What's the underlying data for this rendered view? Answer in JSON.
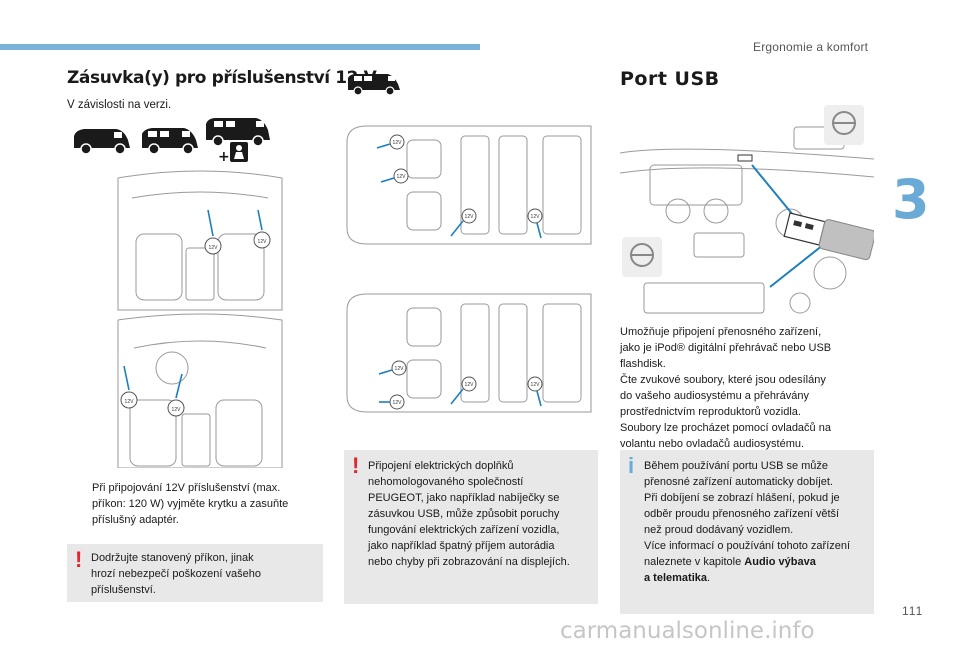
{
  "header": {
    "section_title": "Ergonomie a komfort",
    "chapter_number": "3",
    "page_number": "111"
  },
  "left": {
    "title": "Zásuvka(y) pro příslušenství 12 V",
    "subtitle": "V závislosti na verzi.",
    "bullet_mark": "",
    "bullet_lines": [
      "Při připojování 12V příslušenství (max.",
      "příkon: 120 W) vyjměte krytku a zasuňte",
      "příslušný adaptér."
    ],
    "warning_mark": "!",
    "warning_lines": [
      "Dodržujte stanovený příkon, jinak",
      "hrozí nebezpečí poškození vašeho",
      "příslušenství."
    ]
  },
  "middle": {
    "socket_label": "12V",
    "warning_mark": "!",
    "warning_lines": [
      "Připojení elektrických doplňků",
      "nehomologovaného společností",
      "PEUGEOT, jako například nabíječky se",
      "zásuvkou USB, může způsobit poruchy",
      "fungování elektrických zařízení vozidla,",
      "jako například špatný příjem autorádia",
      "nebo chyby při zobrazování na displejích."
    ]
  },
  "right": {
    "title": "Port USB",
    "para_lines": [
      "Umožňuje připojení přenosného zařízení,",
      "jako je iPod® digitální přehrávač nebo USB",
      "flashdisk.",
      "Čte zvukové soubory, které jsou odesílány",
      "do vašeho audiosystému a přehrávány",
      "prostřednictvím reproduktorů vozidla.",
      "Soubory lze procházet pomocí ovladačů na",
      "volantu nebo ovladačů audiosystému."
    ],
    "info_mark": "i",
    "info_lines": [
      "Během používání portu USB se může",
      "přenosné zařízení automaticky dobíjet.",
      "Při dobíjení se zobrazí hlášení, pokud je",
      "odběr proudu přenosného zařízení větší",
      "než proud dodávaný vozidlem.",
      "Více informací o používání tohoto zařízení",
      "naleznete v kapitole"
    ],
    "info_bold_1": "Audio výbava",
    "info_bold_2": "a telematika",
    "info_end": "."
  },
  "footer": {
    "watermark": "carmanualsonline.info"
  },
  "colors": {
    "accent_blue": "#6aaad6",
    "warning_red": "#e2262c",
    "note_bg": "#e8e8e8"
  }
}
